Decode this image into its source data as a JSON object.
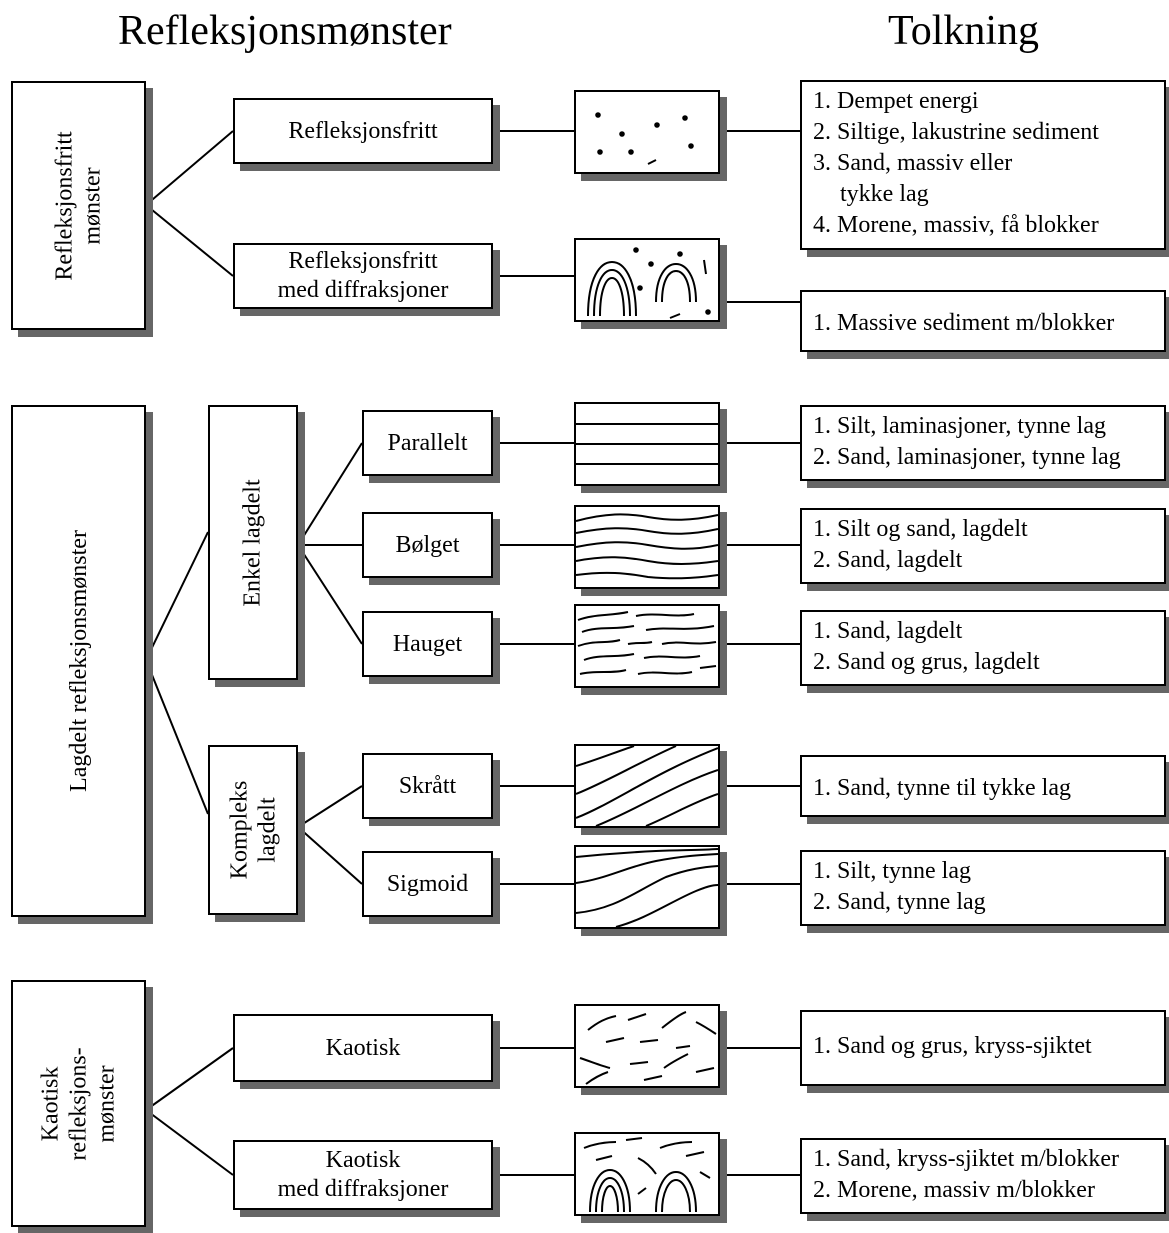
{
  "headers": {
    "left": "Refleksjonsmønster",
    "right": "Tolkning"
  },
  "categories": [
    {
      "lines": [
        "Refleksjonsfritt",
        "mønster"
      ]
    },
    {
      "lines": [
        "Lagdelt refleksjonsmønster"
      ]
    },
    {
      "lines": [
        "Kaotisk",
        "refleksjons-",
        "mønster"
      ]
    }
  ],
  "subcategories": [
    {
      "lines": [
        "Enkel lagdelt"
      ]
    },
    {
      "lines": [
        "Kompleks",
        "lagdelt"
      ]
    }
  ],
  "patterns": [
    {
      "label": [
        "Refleksjonsfritt"
      ],
      "icon": "scattered-dots-pattern",
      "interpretation": [
        "1. Dempet energi",
        "2. Siltige, lakustrine sediment",
        "3. Sand, massiv eller",
        "tykke lag",
        "4. Morene, massiv, få blokker"
      ]
    },
    {
      "label": [
        "Refleksjonsfritt",
        "med diffraksjoner"
      ],
      "icon": "diffraction-hyperbola-pattern",
      "interpretation": [
        "1. Massive sediment m/blokker"
      ]
    },
    {
      "label": [
        "Parallelt"
      ],
      "icon": "parallel-lines-pattern",
      "interpretation": [
        "1. Silt, laminasjoner, tynne lag",
        "2. Sand, laminasjoner, tynne lag"
      ]
    },
    {
      "label": [
        "Bølget"
      ],
      "icon": "wavy-lines-pattern",
      "interpretation": [
        "1. Silt og sand, lagdelt",
        "2. Sand, lagdelt"
      ]
    },
    {
      "label": [
        "Hauget"
      ],
      "icon": "hummocky-lines-pattern",
      "interpretation": [
        "1. Sand, lagdelt",
        "2. Sand og grus, lagdelt"
      ]
    },
    {
      "label": [
        "Skrått"
      ],
      "icon": "oblique-lines-pattern",
      "interpretation": [
        "1. Sand, tynne til tykke lag"
      ]
    },
    {
      "label": [
        "Sigmoid"
      ],
      "icon": "sigmoid-lines-pattern",
      "interpretation": [
        "1. Silt, tynne lag",
        "2. Sand, tynne lag"
      ]
    },
    {
      "label": [
        "Kaotisk"
      ],
      "icon": "chaotic-dashes-pattern",
      "interpretation": [
        "1. Sand og grus, kryss-sjiktet"
      ]
    },
    {
      "label": [
        "Kaotisk",
        "med diffraksjoner"
      ],
      "icon": "chaotic-diffraction-pattern",
      "interpretation": [
        "1. Sand, kryss-sjiktet m/blokker",
        "2. Morene, massiv m/blokker"
      ]
    }
  ]
}
